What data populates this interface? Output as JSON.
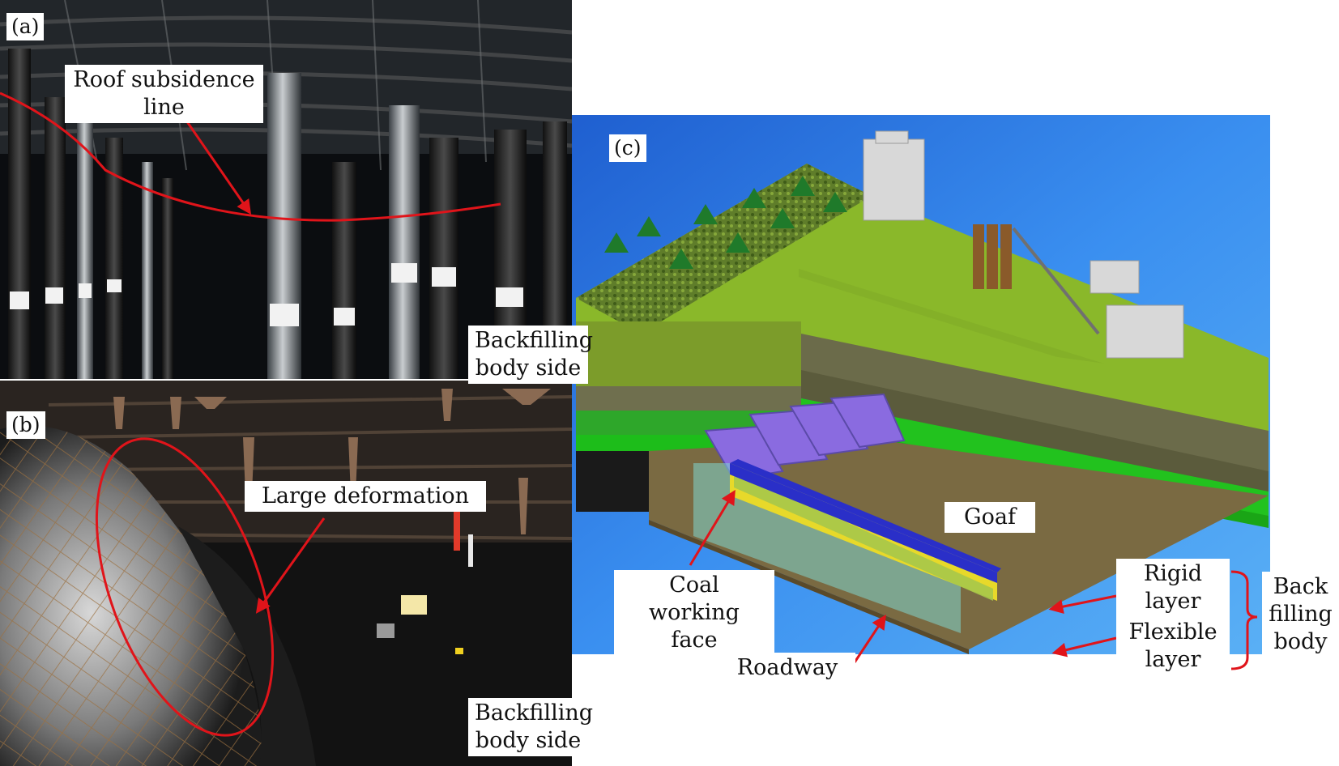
{
  "panels": {
    "a": {
      "tag": "(a)",
      "callout": "Roof subsidence\nline",
      "side_label": "Backfilling\nbody side"
    },
    "b": {
      "tag": "(b)",
      "callout": "Large deformation",
      "side_label": "Backfilling\nbody side"
    },
    "c": {
      "tag": "(c)",
      "goaf": "Goaf",
      "coal_face": "Coal working\nface",
      "roadway": "Roadway",
      "rigid": "Rigid\nlayer",
      "flexible": "Flexible\nlayer",
      "backfill": "Back\nfilling\nbody"
    }
  },
  "colors": {
    "annotation_red": "#e0141a",
    "sky_blue": "#2f7fe6",
    "grass_green": "#8ab82a",
    "bright_green_layer": "#22c21e",
    "rigid_layer_blue": "#2a2fc8",
    "flexible_layer_yellow": "#e7d92a"
  }
}
